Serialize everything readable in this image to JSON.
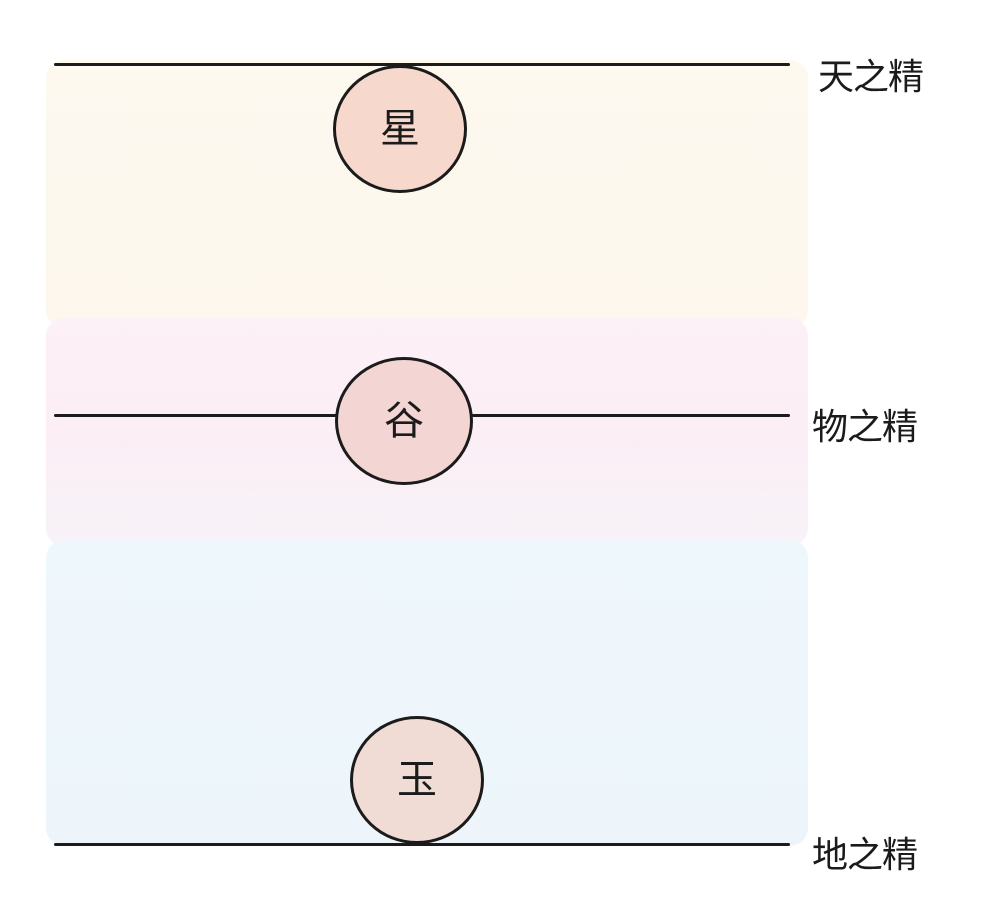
{
  "levels": [
    {
      "item": "星",
      "label": "天之精"
    },
    {
      "item": "谷",
      "label": "物之精"
    },
    {
      "item": "玉",
      "label": "地之精"
    }
  ]
}
